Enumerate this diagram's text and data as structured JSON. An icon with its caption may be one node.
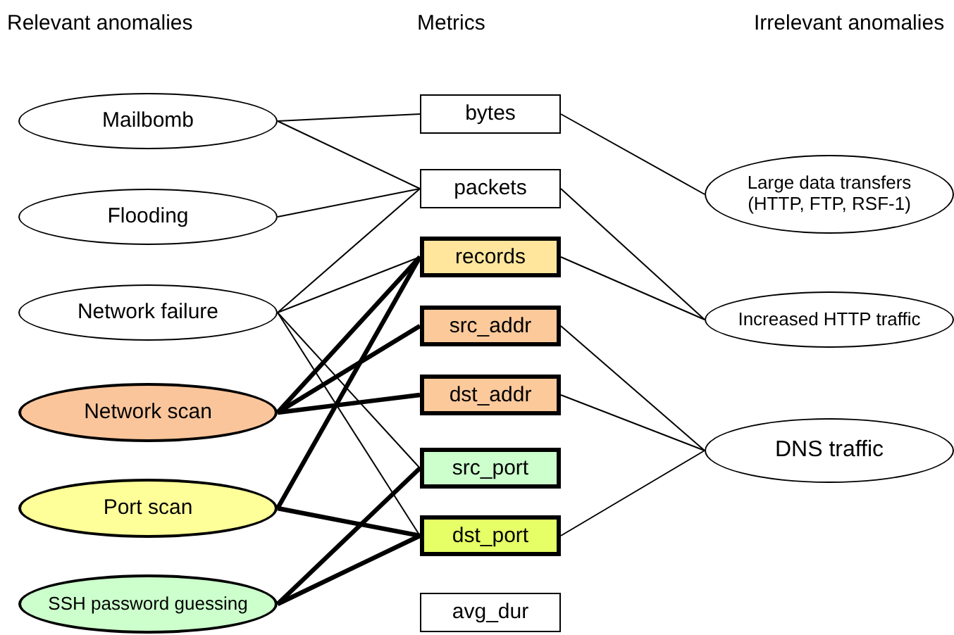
{
  "diagram": {
    "nodes": [
      {
        "text": [
          "Mailbomb"
        ]
      },
      {
        "text": [
          "Flooding"
        ]
      },
      {
        "text": [
          "Network failure"
        ]
      },
      {
        "text": [
          "Network scan"
        ]
      },
      {
        "text": [
          "Port scan"
        ]
      },
      {
        "text": [
          "SSH password guessing"
        ]
      },
      {
        "text": [
          "bytes"
        ]
      },
      {
        "text": [
          "packets"
        ]
      },
      {
        "text": [
          "records"
        ]
      },
      {
        "text": [
          "src_addr"
        ]
      },
      {
        "text": [
          "dst_addr"
        ]
      },
      {
        "text": [
          "src_port"
        ]
      },
      {
        "text": [
          "dst_port"
        ]
      },
      {
        "text": [
          "avg_dur"
        ]
      },
      {
        "text": [
          "Large data transfers (HTTP, FTP, RSF-1)"
        ]
      },
      {
        "text": [
          "Increased HTTP traffic"
        ]
      },
      {
        "text": [
          "DNS traffic"
        ]
      }
    ],
    "edges": [
      {
        "from": 0,
        "to": 6,
        "arrow": "none"
      },
      {
        "from": 0,
        "to": 7,
        "arrow": "none"
      },
      {
        "from": 1,
        "to": 7,
        "arrow": "none"
      },
      {
        "from": 2,
        "to": 7,
        "arrow": "none"
      },
      {
        "from": 2,
        "to": 8,
        "arrow": "none"
      },
      {
        "from": 2,
        "to": 11,
        "arrow": "none"
      },
      {
        "from": 2,
        "to": 12,
        "arrow": "none"
      },
      {
        "from": 3,
        "to": 8,
        "arrow": "none",
        "style": "thick"
      },
      {
        "from": 3,
        "to": 9,
        "arrow": "none",
        "style": "thick"
      },
      {
        "from": 3,
        "to": 10,
        "arrow": "none",
        "style": "thick"
      },
      {
        "from": 4,
        "to": 8,
        "arrow": "none",
        "style": "thick"
      },
      {
        "from": 4,
        "to": 12,
        "arrow": "none",
        "style": "thick"
      },
      {
        "from": 5,
        "to": 11,
        "arrow": "none",
        "style": "thick"
      },
      {
        "from": 5,
        "to": 12,
        "arrow": "none",
        "style": "thick"
      },
      {
        "from": 6,
        "to": 14,
        "arrow": "none"
      },
      {
        "from": 7,
        "to": 15,
        "arrow": "none"
      },
      {
        "from": 8,
        "to": 15,
        "arrow": "none"
      },
      {
        "from": 9,
        "to": 16,
        "arrow": "none"
      },
      {
        "from": 10,
        "to": 16,
        "arrow": "none"
      },
      {
        "from": 12,
        "to": 16,
        "arrow": "none"
      }
    ],
    "labels": [
      "Relevant anomalies",
      "Metrics",
      "Irrelevant anomalies"
    ]
  }
}
